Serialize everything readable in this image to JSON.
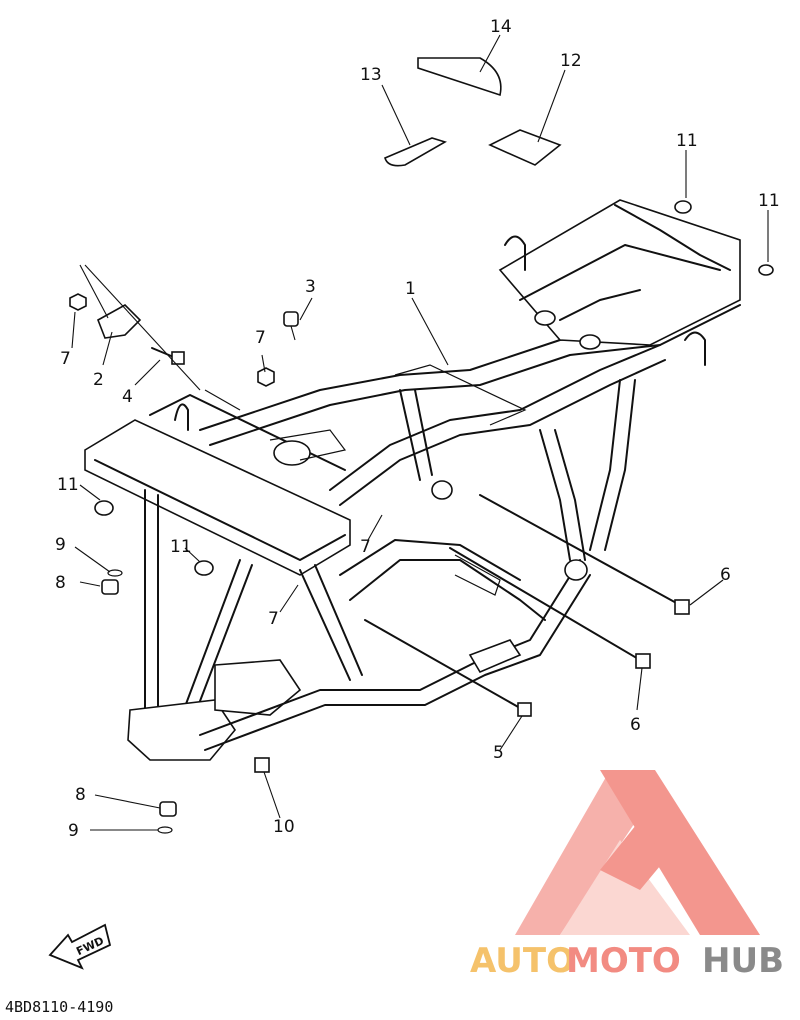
{
  "callouts": {
    "c1": "1",
    "c2": "2",
    "c3": "3",
    "c4": "4",
    "c5": "5",
    "c6a": "6",
    "c6b": "6",
    "c7a": "7",
    "c7b": "7",
    "c7c": "7",
    "c7d": "7",
    "c8a": "8",
    "c8b": "8",
    "c9a": "9",
    "c9b": "9",
    "c10": "10",
    "c11a": "11",
    "c11b": "11",
    "c11c": "11",
    "c11d": "11",
    "c12": "12",
    "c13": "13",
    "c14": "14"
  },
  "fwd_label": "FWD",
  "diagram_code": "4BD8110-4190",
  "watermark": {
    "part1": "AUTO",
    "part2": "MOTO",
    "part3": "HUB",
    "color_orange": "#f5c26b",
    "color_red": "#f28b82",
    "color_grey": "#8a8a8a"
  }
}
